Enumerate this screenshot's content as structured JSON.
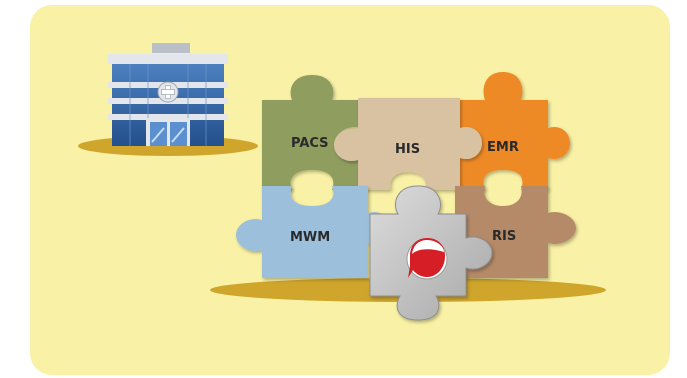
{
  "colors": {
    "card_background": "#f9f1a5",
    "shadow": "#cfa52b",
    "pacs": "#8f9d5e",
    "his": "#d9c2a2",
    "emr": "#ee8a28",
    "mwm": "#9cbfdb",
    "ris": "#b58a67",
    "logo_piece": "#c9c9c9",
    "logo_red": "#d51e25",
    "building_blue": "#2f63a4",
    "building_light": "#d8dde3"
  },
  "icons": {
    "building": "hospital-building-icon",
    "logo": "red-drop-logo-icon",
    "cross": "medical-cross-icon"
  },
  "pieces": {
    "pacs": "PACS",
    "his": "HIS",
    "emr": "EMR",
    "mwm": "MWM",
    "ris": "RIS"
  }
}
